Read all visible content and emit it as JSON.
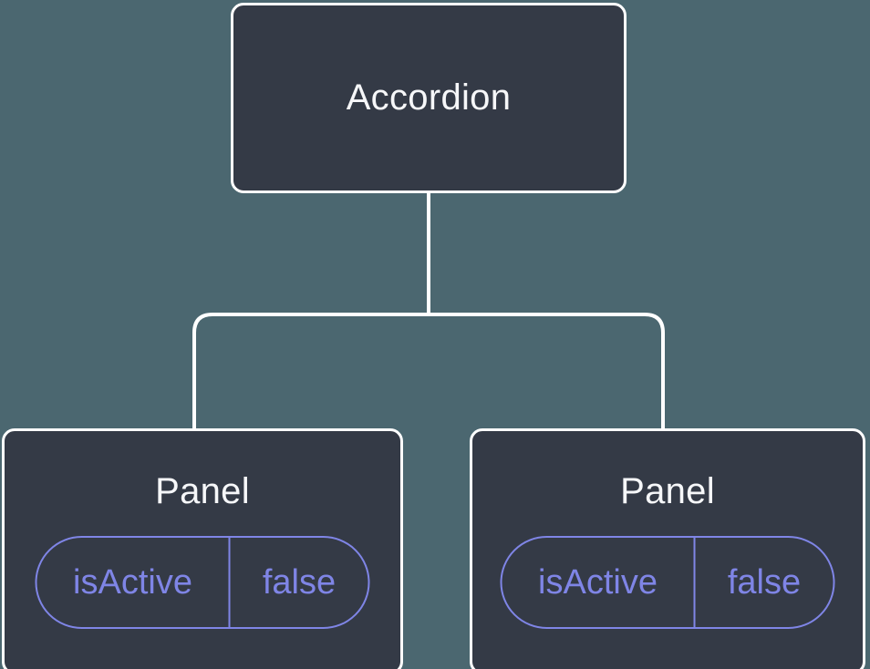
{
  "diagram": {
    "root": {
      "label": "Accordion"
    },
    "children": [
      {
        "label": "Panel",
        "props": [
          {
            "name": "isActive",
            "value": "false"
          }
        ]
      },
      {
        "label": "Panel",
        "props": [
          {
            "name": "isActive",
            "value": "false"
          }
        ]
      }
    ]
  },
  "colors": {
    "background": "#4b6770",
    "node-fill": "#343a46",
    "node-border": "#ffffff",
    "text": "#f6f7f9",
    "accent": "#7f85e6"
  }
}
